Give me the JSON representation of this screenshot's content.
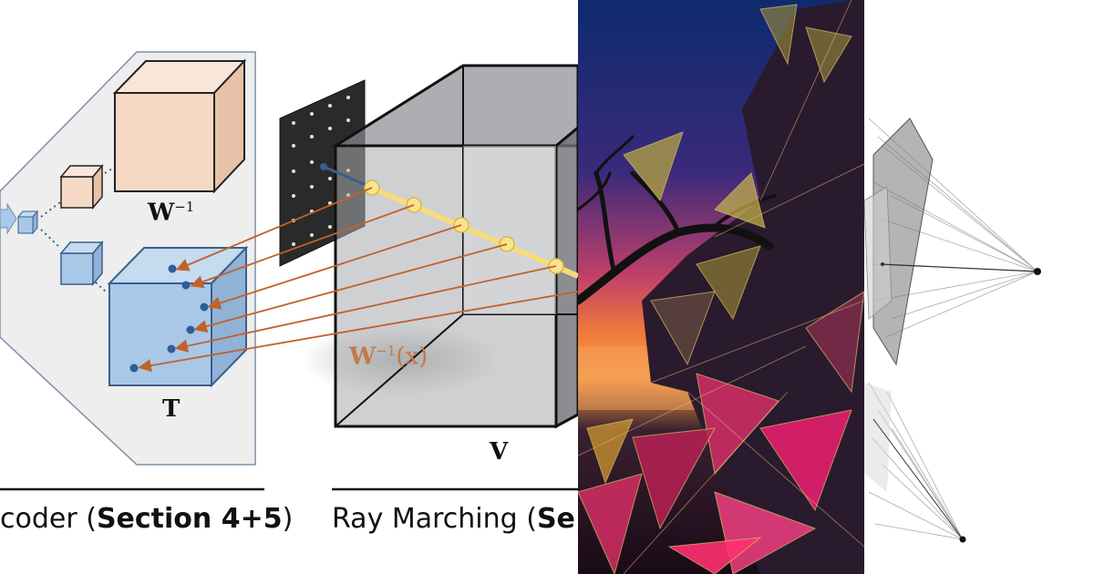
{
  "labels": {
    "w_inverse": {
      "base": "W",
      "exp": "−1"
    },
    "t": "T",
    "w_inverse_x": {
      "base": "W",
      "exp": "−1",
      "arg": "(x)"
    },
    "v": "V"
  },
  "captions": {
    "decoder": {
      "prefix": "coder (",
      "bold": "Section 4+5",
      "suffix": ")"
    },
    "ray_marching": {
      "prefix": "Ray Marching (",
      "bold": "Se"
    }
  },
  "colors": {
    "peach_cube": "#f5d9c4",
    "blue_cube": "#a9c8e8",
    "panel_gray": "#eeeeee",
    "ray_yellow": "#f7dc7a",
    "arrow_orange": "#c0622b",
    "volume_gray": "#8a8c90"
  }
}
